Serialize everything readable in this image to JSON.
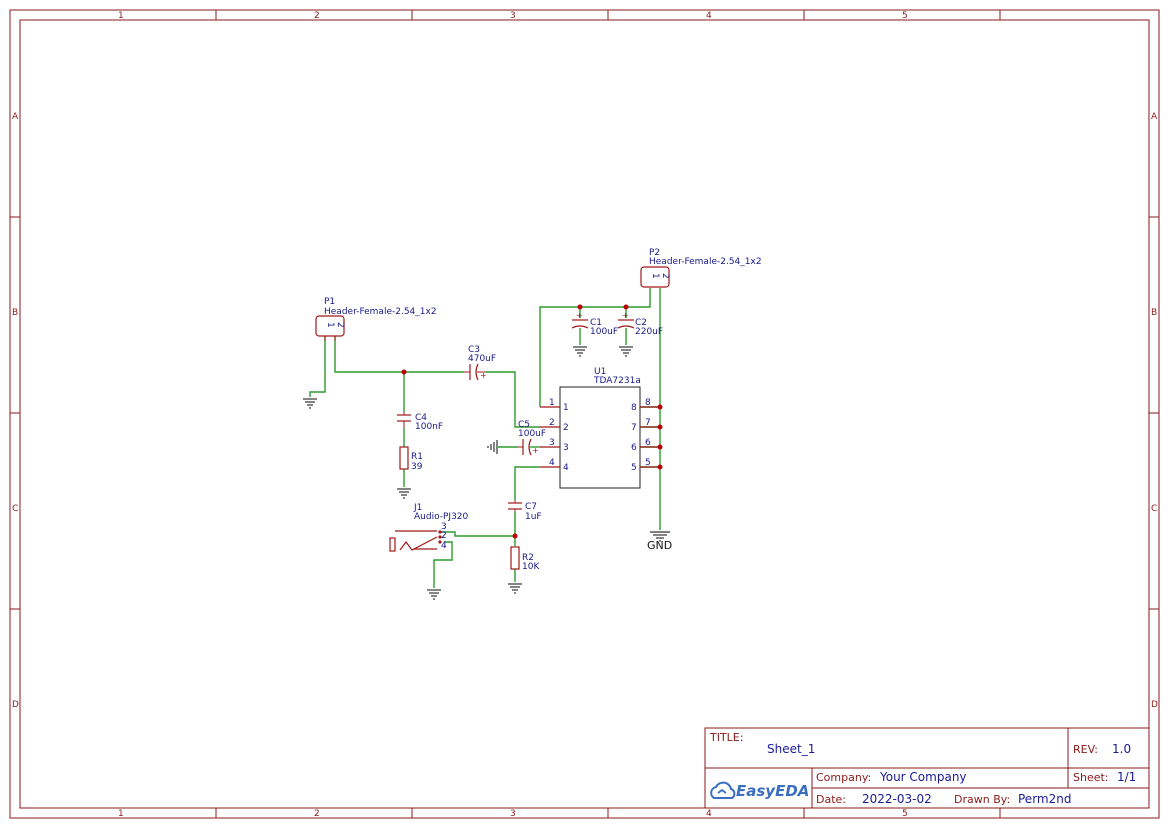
{
  "zones": {
    "columns": [
      "1",
      "2",
      "3",
      "4",
      "5"
    ],
    "rows": [
      "A",
      "B",
      "C",
      "D"
    ]
  },
  "components": {
    "P1": {
      "ref": "P1",
      "value": "Header-Female-2.54_1x2",
      "pin1": "1",
      "pin2": "2"
    },
    "P2": {
      "ref": "P2",
      "value": "Header-Female-2.54_1x2",
      "pin1": "1",
      "pin2": "2"
    },
    "C1": {
      "ref": "C1",
      "value": "100uF"
    },
    "C2": {
      "ref": "C2",
      "value": "220uF"
    },
    "C3": {
      "ref": "C3",
      "value": "470uF"
    },
    "C4": {
      "ref": "C4",
      "value": "100nF"
    },
    "C5": {
      "ref": "C5",
      "value": "100uF"
    },
    "C7": {
      "ref": "C7",
      "value": "1uF"
    },
    "R1": {
      "ref": "R1",
      "value": "39"
    },
    "R2": {
      "ref": "R2",
      "value": "10K"
    },
    "J1": {
      "ref": "J1",
      "value": "Audio-PJ320",
      "pins": [
        "3",
        "2",
        "4"
      ]
    },
    "U1": {
      "ref": "U1",
      "value": "TDA7231a",
      "left_pins": [
        "1",
        "2",
        "3",
        "4"
      ],
      "right_pins": [
        "8",
        "7",
        "6",
        "5"
      ]
    }
  },
  "net_labels": {
    "gnd": "GND"
  },
  "polarity_mark": "+",
  "title_block": {
    "title_label": "TITLE:",
    "title": "Sheet_1",
    "rev_label": "REV:",
    "rev": "1.0",
    "company_label": "Company:",
    "company": "Your Company",
    "sheet_label": "Sheet:",
    "sheet": "1/1",
    "date_label": "Date:",
    "date": "2022-03-02",
    "drawn_by_label": "Drawn By:",
    "drawn_by": "Perm2nd",
    "logo_text": "EasyEDA"
  },
  "colors": {
    "frame": "#8a1a1a",
    "wire": "#2e9a2e",
    "component": "#a01818",
    "text": "#1a1a8a",
    "junction": "#c00000"
  }
}
